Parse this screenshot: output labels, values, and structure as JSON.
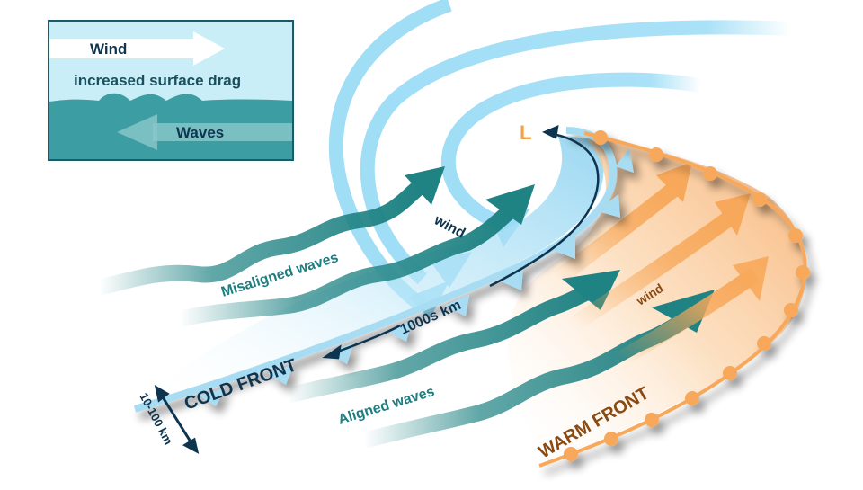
{
  "legend": {
    "wind_label": "Wind",
    "drag_label": "increased surface drag",
    "waves_label": "Waves"
  },
  "labels": {
    "low_pressure": "L",
    "misaligned_waves": "Misaligned waves",
    "aligned_waves": "Aligned waves",
    "wind_cold": "wind",
    "wind_warm": "wind",
    "scale_length": "1000s km",
    "scale_width": "10-100 km",
    "cold_front": "COLD FRONT",
    "warm_front": "WARM FRONT"
  },
  "colors": {
    "wind_blue": "#8fd8f5",
    "wave_teal": "#1f8283",
    "warm_orange": "#f7a85a",
    "navy": "#0e3550",
    "legend_border": "#1b5a68",
    "legend_sky": "#c9eef7",
    "legend_sea": "#3c9ea3",
    "warm_text": "#8a4a12"
  }
}
